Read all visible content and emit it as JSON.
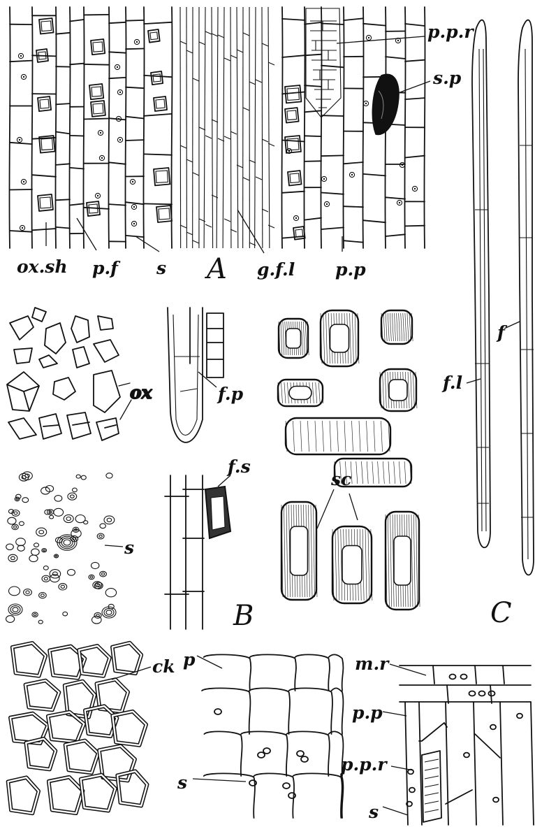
{
  "panel_letters": {
    "a": "A",
    "b": "B",
    "c": "C"
  },
  "labels": {
    "ox_sh": "ox.sh",
    "p_f": "p.f",
    "s_a": "s",
    "g_f_l": "g.f.l",
    "p_p_a": "p.p",
    "p_p_r_a": "p.p.r",
    "s_p": "s.p",
    "ox": "ox",
    "f_p": "f.p",
    "f_s": "f.s",
    "s_b": "s",
    "sc": "sc",
    "f": "f",
    "f_l": "f.l",
    "ck": "ck",
    "p": "p",
    "s_c": "s",
    "m_r": "m.r",
    "p_p_b": "p.p",
    "p_p_r_b": "p.p.r",
    "s_d": "s"
  },
  "colors": {
    "ink": "#111111",
    "paper": "#ffffff"
  }
}
